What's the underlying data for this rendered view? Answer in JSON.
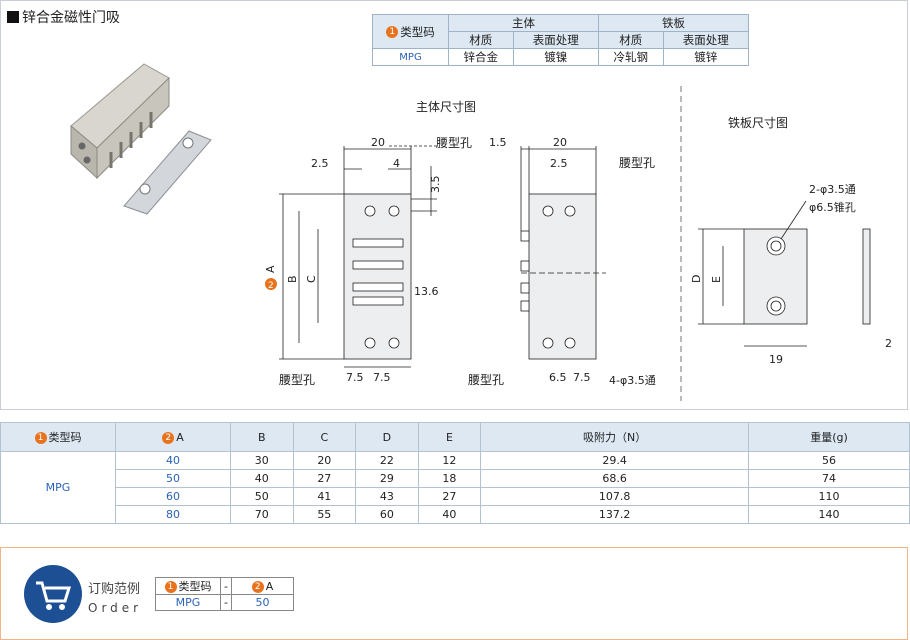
{
  "title": "锌合金磁性门吸",
  "spec": {
    "type_label": "类型码",
    "badge1": "1",
    "body_label": "主体",
    "plate_label": "铁板",
    "material": "材质",
    "surface": "表面处理",
    "code": "MPG",
    "body_material": "锌合金",
    "body_surface": "镀镍",
    "plate_material": "冷轧钢",
    "plate_surface": "镀锌"
  },
  "drawing": {
    "main_title": "主体尺寸图",
    "plate_title": "铁板尺寸图",
    "dims": {
      "w20": "20",
      "d25": "2.5",
      "d4": "4",
      "d35": "3.5",
      "slot": "腰型孔",
      "d15": "1.5",
      "d136": "13.6",
      "d75a": "7.5",
      "d75b": "7.5",
      "d65": "6.5",
      "holes4": "4-φ3.5通",
      "holes2": "2-φ3.5通",
      "cs": "φ6.5锥孔",
      "a": "A",
      "b": "B",
      "c": "C",
      "d": "D",
      "e": "E",
      "d19": "19",
      "d2": "2",
      "badge2": "2"
    }
  },
  "table": {
    "headers": [
      "类型码",
      "A",
      "B",
      "C",
      "D",
      "E",
      "吸附力（N）",
      "重量(g)"
    ],
    "code": "MPG",
    "rows": [
      [
        "40",
        "30",
        "20",
        "22",
        "12",
        "29.4",
        "56"
      ],
      [
        "50",
        "40",
        "27",
        "29",
        "18",
        "68.6",
        "74"
      ],
      [
        "60",
        "50",
        "41",
        "43",
        "27",
        "107.8",
        "110"
      ],
      [
        "80",
        "70",
        "55",
        "60",
        "40",
        "137.2",
        "140"
      ]
    ]
  },
  "order": {
    "cn": "订购范例",
    "en": "Order",
    "type_label": "类型码",
    "dash": "-",
    "a_label": "A",
    "code": "MPG",
    "value": "50"
  }
}
